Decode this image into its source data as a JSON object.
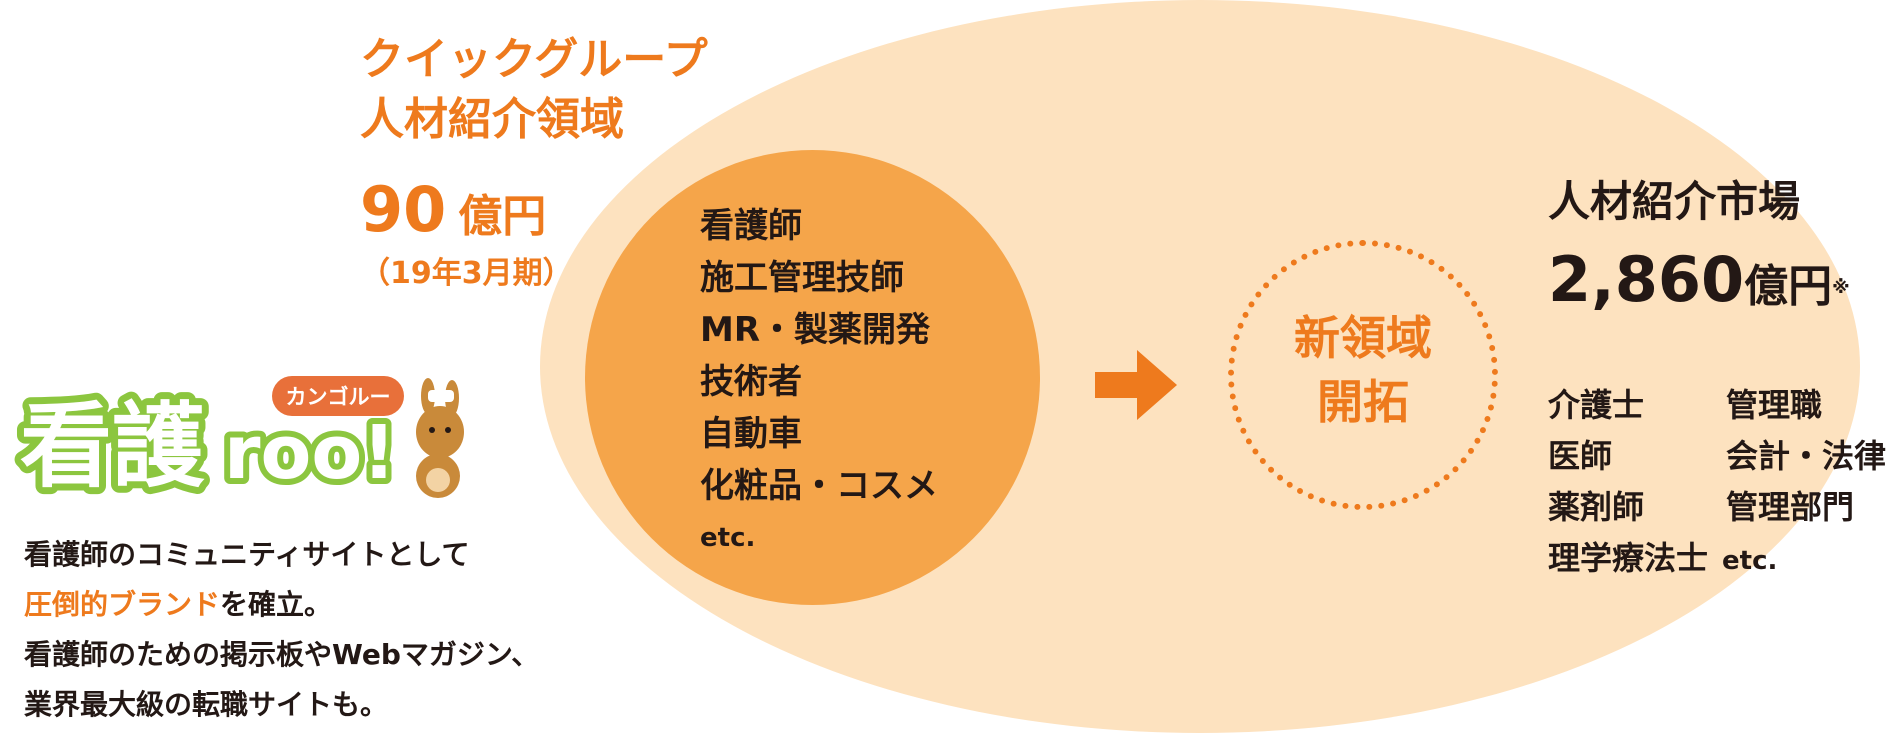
{
  "group": {
    "title_line1": "クイックグループ",
    "title_line2": "人材紹介領域",
    "amount": "90",
    "amount_unit": "億円",
    "period": "（19年3月期）"
  },
  "inner_items": [
    "看護師",
    "施工管理技師",
    "MR・製薬開発",
    "技術者",
    "自動車",
    "化粧品・コスメ"
  ],
  "inner_etc": "etc.",
  "new_area": {
    "line1": "新領域",
    "line2": "開拓"
  },
  "market": {
    "title": "人材紹介市場",
    "amount": "2,860",
    "amount_unit": "億円",
    "note_mark": "※",
    "items": [
      [
        "介護士",
        "管理職"
      ],
      [
        "医師",
        "会計・法律"
      ],
      [
        "薬剤師",
        "管理部門"
      ]
    ],
    "last_item": "理学療法士",
    "etc": "etc."
  },
  "logo": {
    "main": "看護",
    "suffix": "roo!",
    "badge": "カンゴルー"
  },
  "description": {
    "line1": "看護師のコミュニティサイトとして",
    "line2_highlight": "圧倒的ブランド",
    "line2_rest": "を確立。",
    "line3": "看護師のための掲示板やWebマガジン、",
    "line4": "業界最大級の転職サイトも。"
  },
  "colors": {
    "accent": "#ee7a1d",
    "inner_circle": "#f5a54a",
    "outer_ellipse": "#fde2bf",
    "logo_green": "#8cc63f"
  }
}
